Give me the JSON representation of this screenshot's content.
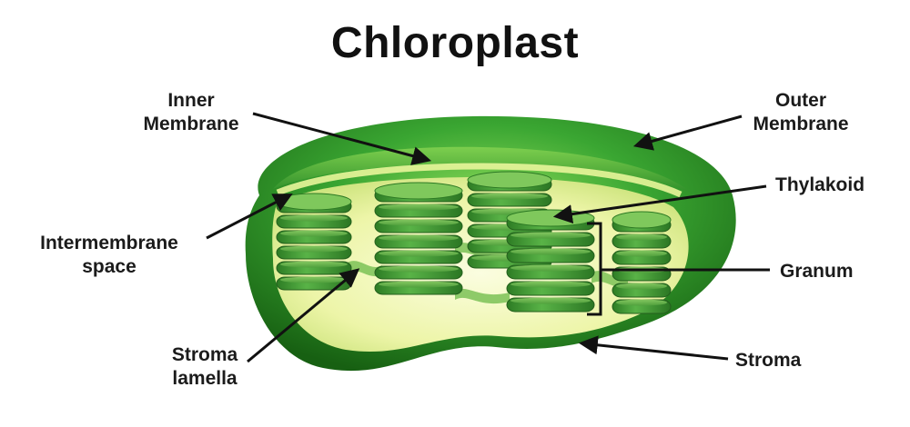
{
  "title": "Chloroplast",
  "labels": {
    "inner_membrane": [
      "Inner",
      "Membrane"
    ],
    "outer_membrane": [
      "Outer",
      "Membrane"
    ],
    "thylakoid": "Thylakoid",
    "intermembrane_space": [
      "Intermembrane",
      "space"
    ],
    "granum": "Granum",
    "stroma_lamella": [
      "Stroma",
      "lamella"
    ],
    "stroma": "Stroma"
  },
  "colors": {
    "outer_membrane": "#2f9a2a",
    "outer_dark": "#1f6d1c",
    "inner_cavity": "#f2f7b8",
    "thylakoid": "#4aa63c",
    "thylakoid_dark": "#2c7a23",
    "annotation_line": "#111111"
  }
}
